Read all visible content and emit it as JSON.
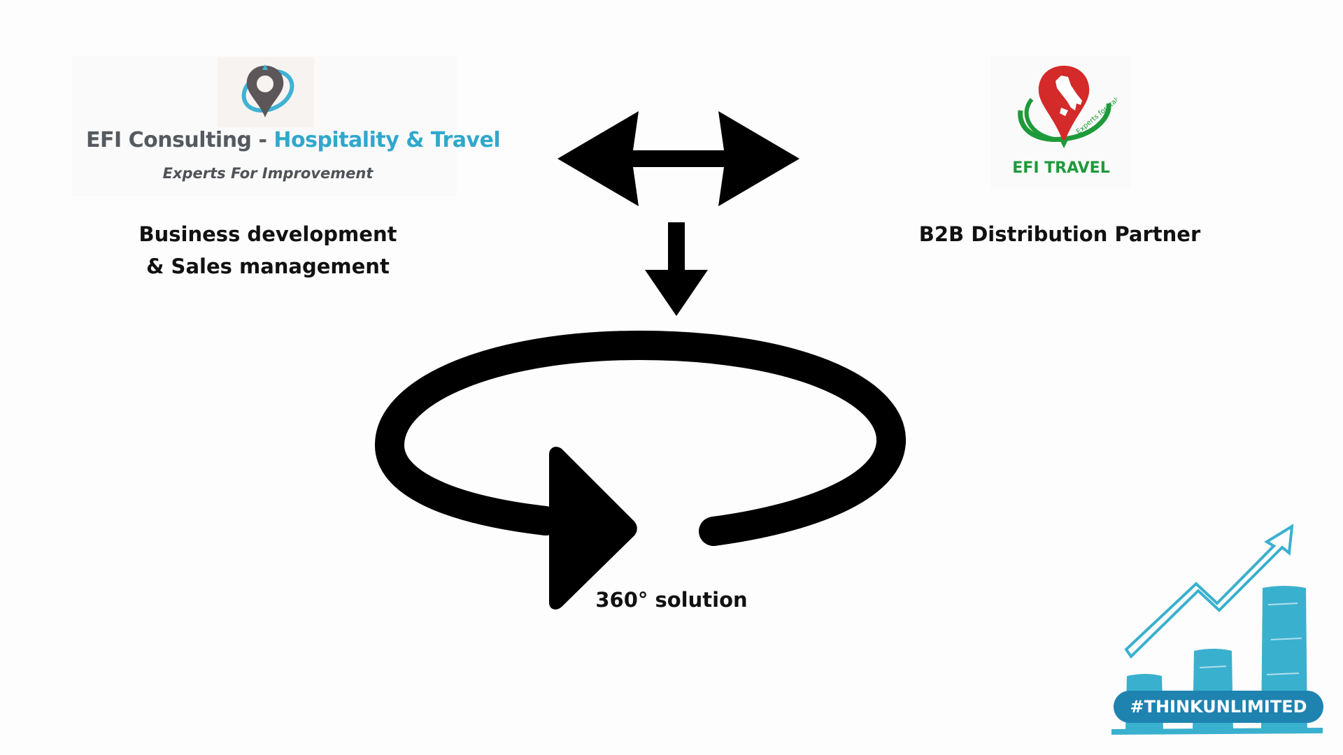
{
  "left_logo": {
    "brand_part1": "EFI Consulting - ",
    "brand_part2": "Hospitality & Travel",
    "tagline": "Experts For Improvement",
    "accent_grey": "#555a60",
    "accent_blue": "#2fa8cc"
  },
  "right_logo": {
    "brand": "EFI TRAVEL",
    "arc_text": "Experts for Italy",
    "red": "#d42a2a",
    "green": "#1e9a3a"
  },
  "left_caption": {
    "line1": "Business development",
    "line2": "& Sales management"
  },
  "right_caption": {
    "line1": "B2B Distribution Partner"
  },
  "center_caption": "360° solution",
  "badge": {
    "text": "#THINKUNLIMITED",
    "color": "#1f83b0",
    "chart_color": "#3ab0cf"
  },
  "icons": {
    "double_arrow": "double-headed-arrow-icon",
    "down_arrow": "down-arrow-icon",
    "cycle": "circular-arrow-icon",
    "growth": "growth-chart-icon"
  }
}
